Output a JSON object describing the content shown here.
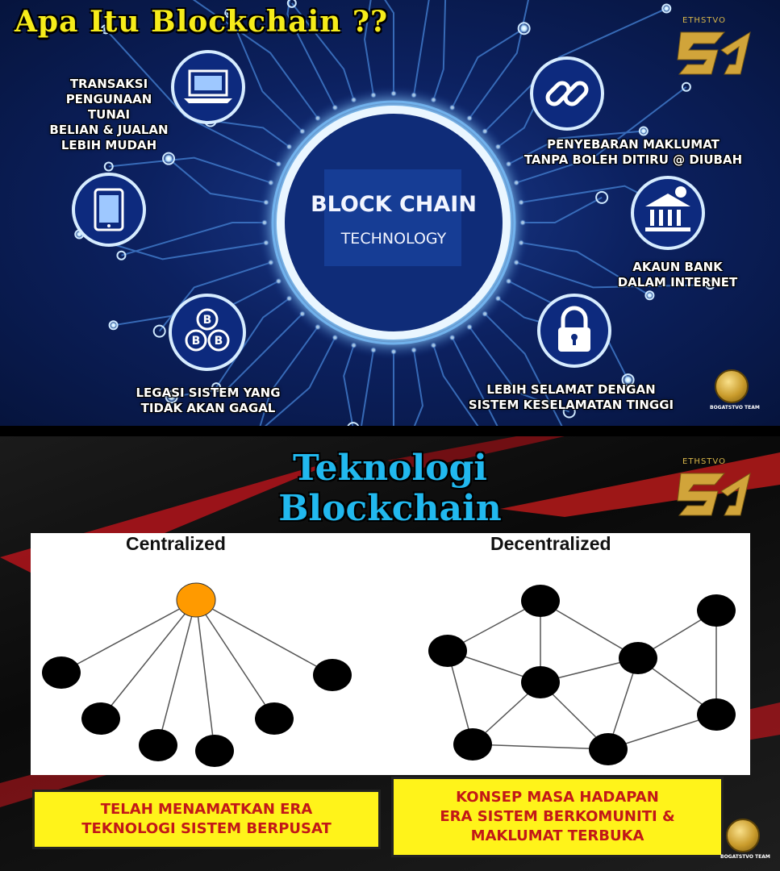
{
  "top": {
    "title": "Apa Itu Blockchain ??",
    "center_line1": "BLOCK CHAIN",
    "center_line2": "TECHNOLOGY",
    "brand": "ETHSTVO",
    "coin_label": "BOGATSTVO TEAM",
    "features": [
      {
        "text": "TRANSAKSI\nPENGUNAAN\nTUNAI\nBELIAN & JUALAN\nLEBIH MUDAH",
        "icon": "laptop-icon"
      },
      {
        "text": "PENYEBARAN MAKLUMAT\nTANPA BOLEH DITIRU @ DIUBAH",
        "icon": "chain-link-icon"
      },
      {
        "text": "AKAUN BANK\nDALAM INTERNET",
        "icon": "bank-icon"
      },
      {
        "text": "LEGASI SISTEM YANG\nTIDAK AKAN GAGAL",
        "icon": "bitcoin-blocks-icon"
      },
      {
        "text": "LEBIH SELAMAT DENGAN\nSISTEM KESELAMATAN TINGGI",
        "icon": "padlock-icon"
      },
      {
        "text": "",
        "icon": "tablet-icon"
      }
    ]
  },
  "bottom": {
    "title_line1": "Teknologi",
    "title_line2": "Blockchain",
    "brand": "ETHSTVO",
    "coin_label": "BOGATSTVO TEAM",
    "centralized_label": "Centralized",
    "decentralized_label": "Decentralized",
    "box_left": "TELAH MENAMATKAN ERA\nTEKNOLOGI SISTEM BERPUSAT",
    "box_right": "KONSEP MASA HADAPAN\nERA SISTEM BERKOMUNITI &\nMAKLUMAT TERBUKA"
  },
  "colors": {
    "title_yellow": "#f6ec1a",
    "title_blue": "#21b8ee",
    "hub_node": "#ff9a00",
    "node": "#000000",
    "circuit_glow": "#9fd8ff",
    "box_yellow": "#fff31a",
    "box_text_red": "#c21818"
  }
}
